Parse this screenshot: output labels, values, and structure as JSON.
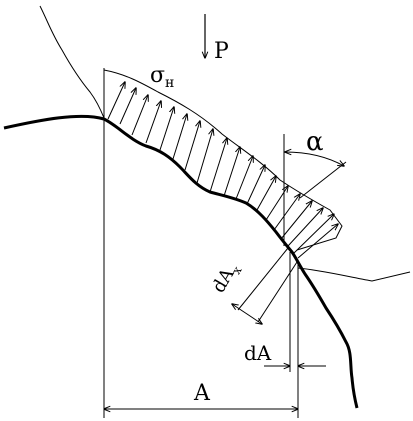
{
  "labels": {
    "load": "P",
    "stress": "σ",
    "stress_sub": "н",
    "angle": "α",
    "elem_area_sym": "dA",
    "elem_area_sub": "x",
    "dA": "dA",
    "A": "A"
  }
}
